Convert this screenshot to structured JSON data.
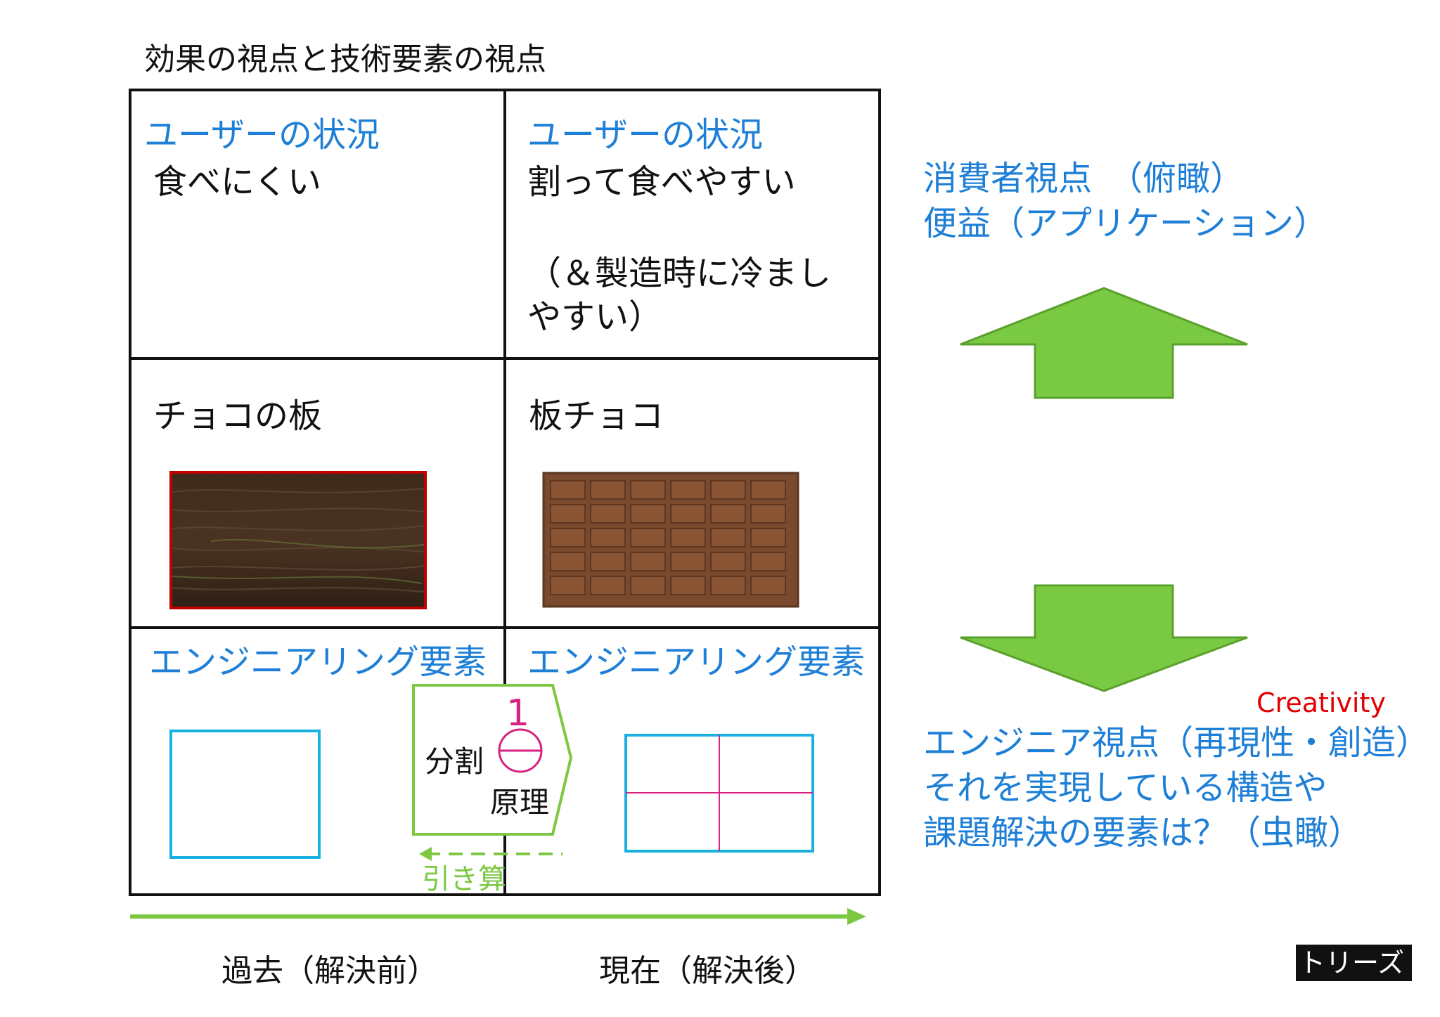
{
  "title": "効果の視点と技術要素の視点",
  "grid": {
    "row1": {
      "left": {
        "heading": "ユーザーの状況",
        "text": "食べにくい"
      },
      "right": {
        "heading": "ユーザーの状況",
        "text": "割って食べやすい",
        "note_line1": "（＆製造時に冷まし",
        "note_line2": "やすい）"
      }
    },
    "row2": {
      "left": {
        "label": "チョコの板"
      },
      "right": {
        "label": "板チョコ"
      }
    },
    "row3": {
      "left": {
        "heading": "エンジニアリング要素"
      },
      "right": {
        "heading": "エンジニアリング要素"
      }
    }
  },
  "principle": {
    "line1": "分割",
    "line2": "原理",
    "number": "1",
    "subtract_label": "引き算"
  },
  "timeline": {
    "past": "過去（解決前）",
    "present": "現在（解決後）"
  },
  "right_panel": {
    "top_line1": "消費者視点　（俯瞰）",
    "top_line2": "便益（アプリケーション）",
    "creativity": "Creativity",
    "bottom_line1": "エンジニア視点（再現性・創造）",
    "bottom_line2": "それを実現している構造や",
    "bottom_line3": "課題解決の要素は？（虫瞰）"
  },
  "badge": "トリーズ",
  "colors": {
    "blue_text": "#1e7fd6",
    "arrow_green": "#7ac943",
    "arrow_border": "#5aa02c",
    "cyan_box": "#1ab0e0",
    "magenta_line": "#d6237f",
    "wood_border": "#c00000",
    "chocolate": "#7a4a2e",
    "creativity_red": "#e00000"
  }
}
